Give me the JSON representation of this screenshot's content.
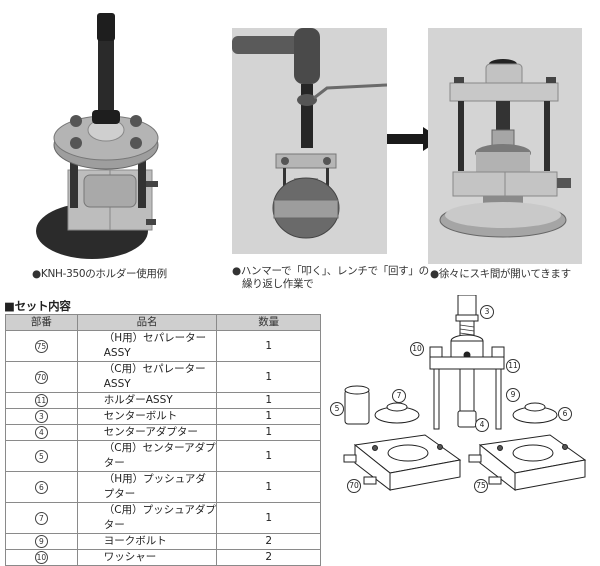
{
  "photos": [
    {
      "id": "holder-example",
      "caption": "●KNH-350のホルダー使用例"
    },
    {
      "id": "hammer-wrench",
      "caption_line1": "●ハンマーで「叩く」、レンチで「回す」の",
      "caption_line2": "繰り返し作業で"
    },
    {
      "id": "gap-opening",
      "caption": "●徐々にスキ間が開いてきます"
    }
  ],
  "arrow_icon": "right-arrow",
  "set_contents": {
    "title": "■セット内容",
    "headers": [
      "部番",
      "品名",
      "数量"
    ],
    "rows": [
      {
        "no": "75",
        "name": "（H用）セパレーターASSY",
        "qty": "1"
      },
      {
        "no": "70",
        "name": "（C用）セパレーターASSY",
        "qty": "1"
      },
      {
        "no": "11",
        "name": "ホルダーASSY",
        "qty": "1"
      },
      {
        "no": "3",
        "name": "センターボルト",
        "qty": "1"
      },
      {
        "no": "4",
        "name": "センターアダプター",
        "qty": "1"
      },
      {
        "no": "5",
        "name": "（C用）センターアダプター",
        "qty": "1"
      },
      {
        "no": "6",
        "name": "（H用）プッシュアダプター",
        "qty": "1"
      },
      {
        "no": "7",
        "name": "（C用）プッシュアダプター",
        "qty": "1"
      },
      {
        "no": "9",
        "name": "ヨークボルト",
        "qty": "2"
      },
      {
        "no": "10",
        "name": "ワッシャー",
        "qty": "2"
      }
    ]
  },
  "diagram_labels": {
    "l3": "3",
    "l10": "10",
    "l11": "11",
    "l9": "9",
    "l7": "7",
    "l5": "5",
    "l6": "6",
    "l4": "4",
    "l70": "70",
    "l75": "75"
  },
  "colors": {
    "table_header_bg": "#cfcfcf",
    "photo_bg": "#d4d4d4",
    "arrow": "#1a1a1a"
  }
}
